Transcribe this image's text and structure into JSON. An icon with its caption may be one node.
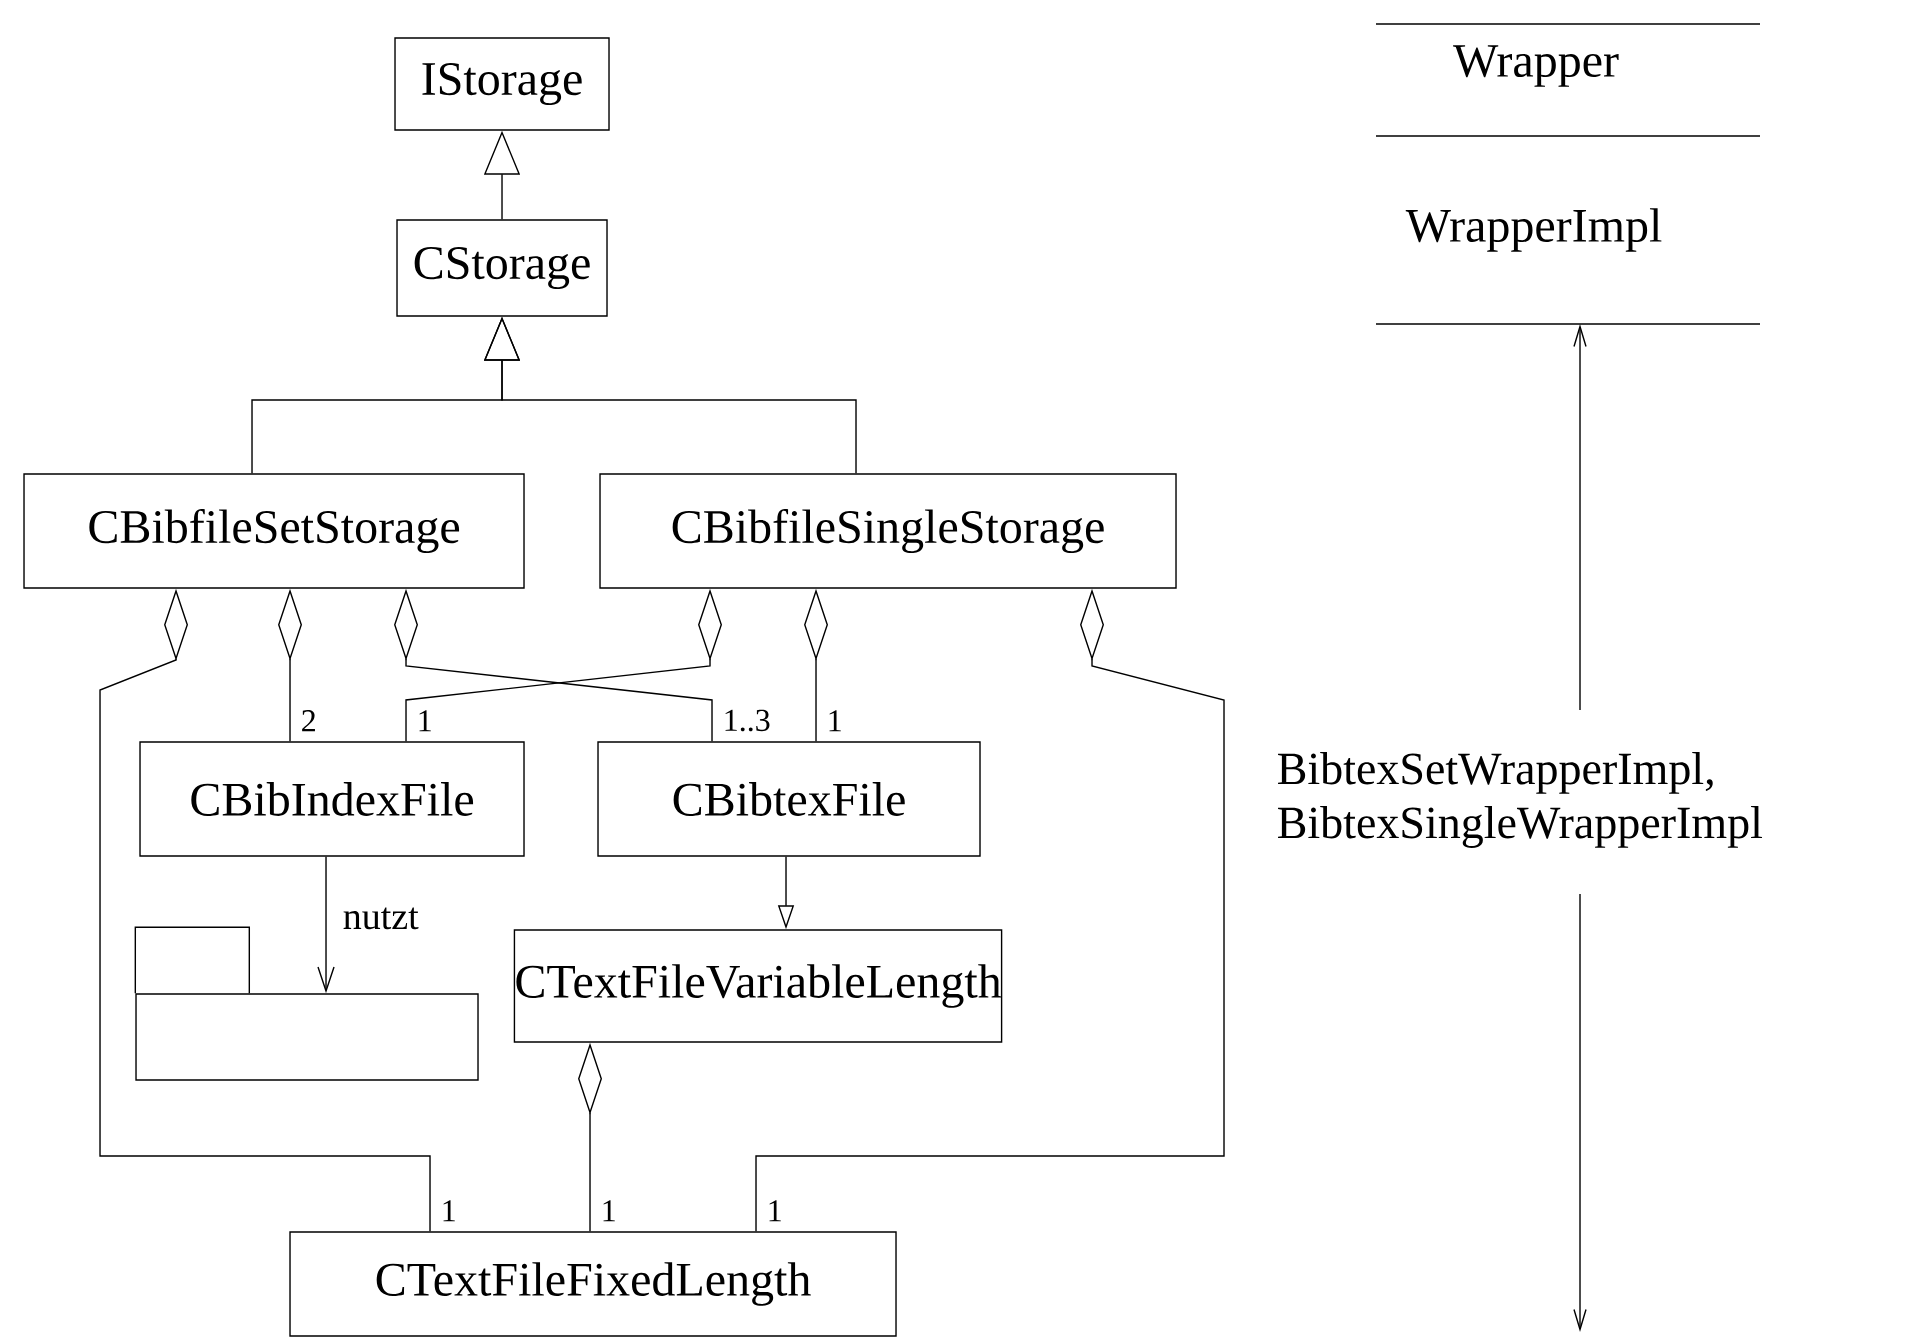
{
  "diagram": {
    "nodes": [
      {
        "text": [
          "IStorage"
        ]
      },
      {
        "text": [
          "CStorage"
        ]
      },
      {
        "text": [
          "CBibfileSetStorage"
        ]
      },
      {
        "text": [
          "CBibfileSingleStorage"
        ]
      },
      {
        "text": [
          "CBibIndexFile"
        ]
      },
      {
        "text": [
          "CBibtexFile"
        ]
      },
      {
        "text": [],
        "shape": "folder"
      },
      {
        "text": [
          "CTextFileVariableLength"
        ]
      },
      {
        "text": [
          "CTextFileFixedLength"
        ]
      }
    ],
    "edges": [
      {
        "from": 1,
        "to": 0,
        "arrow": "to"
      },
      {
        "from": 2,
        "to": 1,
        "arrow": "to"
      },
      {
        "from": 3,
        "to": 1,
        "arrow": "to"
      },
      {
        "from": 2,
        "to": 8,
        "arrow": "other",
        "label": "1"
      },
      {
        "from": 2,
        "to": 4,
        "arrow": "other",
        "label": "2"
      },
      {
        "from": 2,
        "to": 5,
        "arrow": "other",
        "label": "1..3"
      },
      {
        "from": 3,
        "to": 4,
        "arrow": "other",
        "label": "1"
      },
      {
        "from": 3,
        "to": 5,
        "arrow": "other",
        "label": "1"
      },
      {
        "from": 3,
        "to": 8,
        "arrow": "other",
        "label": "1"
      },
      {
        "from": 4,
        "to": 6,
        "arrow": "to",
        "label": "nutzt"
      },
      {
        "from": 5,
        "to": 7,
        "arrow": "to"
      },
      {
        "from": 7,
        "to": 8,
        "arrow": "other",
        "label": "1"
      }
    ],
    "labels": [
      "Wrapper",
      "WrapperImpl",
      "BibtexSetWrapperImpl, BibtexSingleWrapperImpl"
    ]
  }
}
